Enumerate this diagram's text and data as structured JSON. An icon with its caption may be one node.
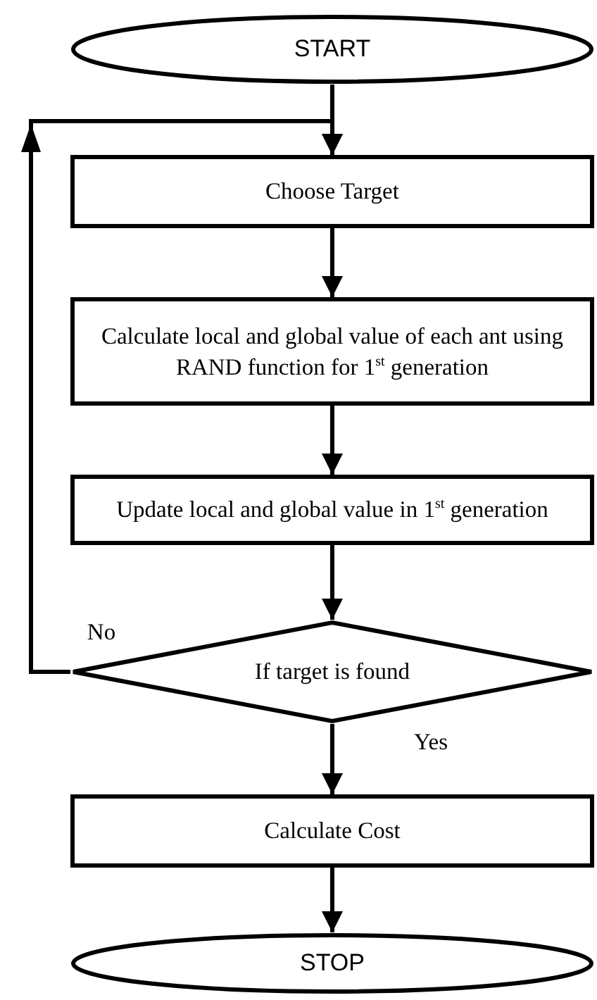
{
  "diagram": {
    "nodes": [
      {
        "text": [
          "START"
        ]
      },
      {
        "text": [
          "Choose Target"
        ]
      },
      {
        "text": [
          "Calculate local and global value of each ant using RAND function for 1$^{st}$ generation"
        ]
      },
      {
        "text": [
          "Update local and global value in 1$^{st}$ generation"
        ]
      },
      {
        "text": [
          "If target is found"
        ]
      },
      {
        "text": [
          "Calculate Cost"
        ]
      },
      {
        "text": [
          "STOP"
        ]
      }
    ],
    "edges": [
      {
        "from": 0,
        "to": 1,
        "arrow": "to"
      },
      {
        "from": 1,
        "to": 2,
        "arrow": "to"
      },
      {
        "from": 2,
        "to": 3,
        "arrow": "to"
      },
      {
        "from": 3,
        "to": 4,
        "arrow": "to"
      },
      {
        "from": 4,
        "to": 1,
        "arrow": "to",
        "label": "No"
      },
      {
        "from": 4,
        "to": 5,
        "arrow": "to",
        "label": "Yes"
      },
      {
        "from": 5,
        "to": 6,
        "arrow": "to"
      }
    ]
  }
}
